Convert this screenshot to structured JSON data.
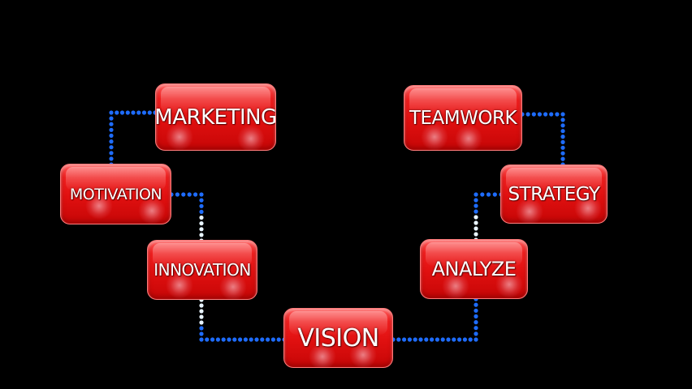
{
  "nodes": [
    {
      "id": "marketing",
      "label": "MARKETING"
    },
    {
      "id": "teamwork",
      "label": "TEAMWORK"
    },
    {
      "id": "motivation",
      "label": "MOTIVATION"
    },
    {
      "id": "strategy",
      "label": "STRATEGY"
    },
    {
      "id": "innovation",
      "label": "INNOVATION"
    },
    {
      "id": "analyze",
      "label": "ANALYZE"
    },
    {
      "id": "vision",
      "label": "VISION"
    }
  ],
  "connections": [
    [
      "marketing",
      "motivation"
    ],
    [
      "motivation",
      "innovation"
    ],
    [
      "innovation",
      "vision"
    ],
    [
      "vision",
      "analyze"
    ],
    [
      "analyze",
      "strategy"
    ],
    [
      "strategy",
      "teamwork"
    ]
  ],
  "colors": {
    "background": "#000000",
    "node_fill": "#e01010",
    "node_text": "#ffffff",
    "connector_dot": "#1e6cff",
    "connector_highlight": "#e8f4ff"
  }
}
